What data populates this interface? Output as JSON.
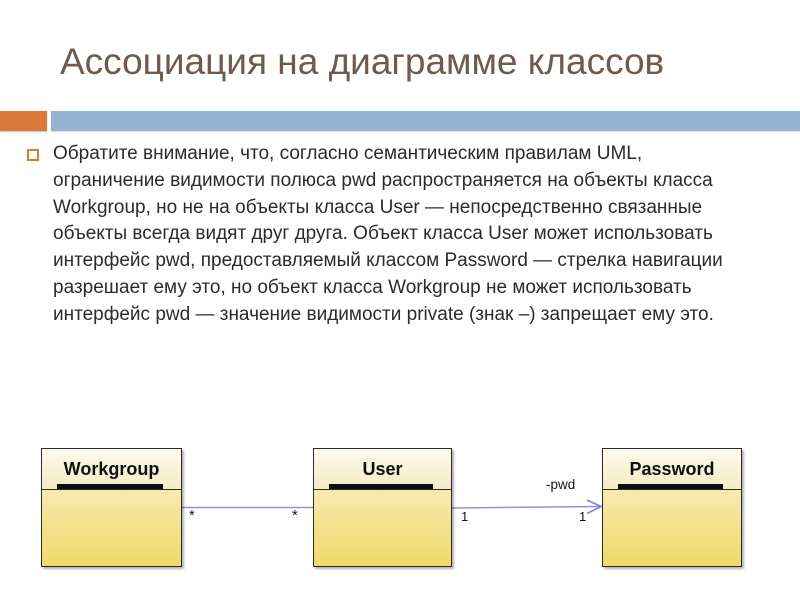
{
  "slide": {
    "title": "Ассоциация на диаграмме классов"
  },
  "decor": {
    "accent_orange": "#d9793a",
    "accent_blue": "#95b3d2",
    "title_color": "#6f5a4e"
  },
  "body": {
    "lines": [
      "Обратите внимание, что, согласно семантическим правилам UML,",
      "ограничение видимости полюса pwd распространяется на объекты класса",
      "Workgroup, но не на объекты класса User — непосредственно связанные",
      "объекты всегда видят друг друга. Объект класса User может использовать",
      "интерфейс pwd, предоставляемый классом Password — стрелка навигации",
      "разрешает ему это, но объект класса Workgroup не может использовать",
      "интерфейс pwd — значение видимости private (знак –) запрещает ему это."
    ]
  },
  "diagram": {
    "type": "uml-class-diagram",
    "line_color": "#9090dc",
    "arrow_color": "#7e7ee0",
    "classes": [
      {
        "name": "Workgroup"
      },
      {
        "name": "User"
      },
      {
        "name": "Password"
      }
    ],
    "associations": [
      {
        "from": "Workgroup",
        "to": "User",
        "from_multiplicity": "*",
        "to_multiplicity": "*",
        "navigable": false
      },
      {
        "from": "User",
        "to": "Password",
        "from_multiplicity": "1",
        "to_multiplicity": "1",
        "role": "-pwd",
        "navigable": true
      }
    ]
  }
}
